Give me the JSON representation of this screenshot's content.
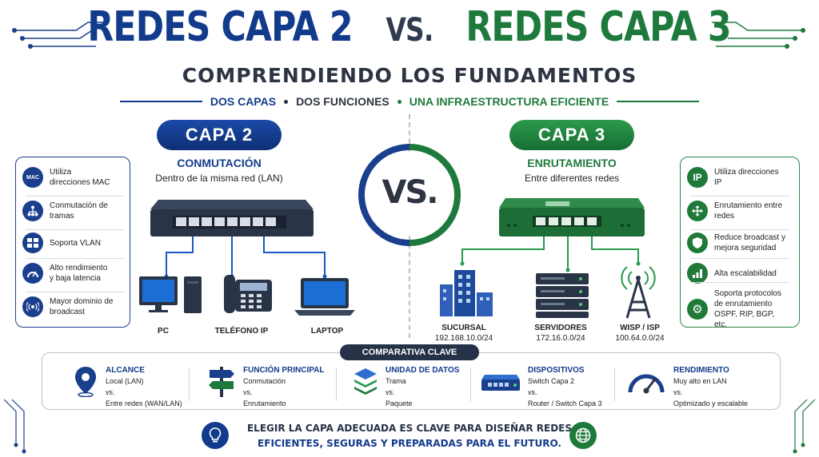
{
  "header": {
    "title_left": "REDES CAPA 2",
    "title_vs": "VS.",
    "title_right": "REDES CAPA 3",
    "subtitle": "COMPRENDIENDO LOS FUNDAMENTOS",
    "tag_1": "DOS CAPAS",
    "tag_2": "DOS FUNCIONES",
    "tag_3": "UNA INFRAESTRUCTURA EFICIENTE"
  },
  "center": {
    "vs": "VS."
  },
  "layer2": {
    "pill": "CAPA 2",
    "title": "CONMUTACIÓN",
    "subtitle": "Dentro de la misma red (LAN)",
    "features": [
      {
        "icon": "mac-icon",
        "icon_text": "MAC",
        "text": "Utiliza direcciones MAC"
      },
      {
        "icon": "switching-tree-icon",
        "text": "Conmutación de tramas"
      },
      {
        "icon": "vlan-icon",
        "text": "Soporta VLAN"
      },
      {
        "icon": "speedometer-icon",
        "text": "Alto rendimiento y baja latencia"
      },
      {
        "icon": "broadcast-icon",
        "text": "Mayor dominio de broadcast"
      }
    ],
    "devices": [
      {
        "label": "PC"
      },
      {
        "label": "TELÉFONO IP"
      },
      {
        "label": "LAPTOP"
      }
    ]
  },
  "layer3": {
    "pill": "CAPA 3",
    "title": "ENRUTAMIENTO",
    "subtitle": "Entre diferentes redes",
    "features": [
      {
        "icon": "ip-icon",
        "icon_text": "IP",
        "text": "Utiliza direcciones IP"
      },
      {
        "icon": "routing-arrows-icon",
        "text": "Enrutamiento entre redes"
      },
      {
        "icon": "shield-icon",
        "text": "Reduce broadcast y mejora seguridad"
      },
      {
        "icon": "growth-chart-icon",
        "text": "Alta escalabilidad"
      },
      {
        "icon": "gear-icon",
        "text": "Soporta protocolos de enrutamiento OSPF, RIP, BGP, etc."
      }
    ],
    "devices": [
      {
        "label": "SUCURSAL",
        "sub": "192.168.10.0/24"
      },
      {
        "label": "SERVIDORES",
        "sub": "172.16.0.0/24"
      },
      {
        "label": "WISP / ISP",
        "sub": "100.64.0.0/24"
      }
    ]
  },
  "comparison": {
    "tag": "COMPARATIVA CLAVE",
    "columns": [
      {
        "icon": "location-pin-icon",
        "title": "ALCANCE",
        "l1": "Local (LAN)",
        "l2": "vs.",
        "l3": "Entre redes (WAN/LAN)"
      },
      {
        "icon": "signpost-icon",
        "title": "FUNCIÓN PRINCIPAL",
        "l1": "Conmutación",
        "l2": "vs.",
        "l3": "Enrutamiento"
      },
      {
        "icon": "layers-icon",
        "title": "UNIDAD DE DATOS",
        "l1": "Trama",
        "l2": "vs.",
        "l3": "Paquete"
      },
      {
        "icon": "network-device-icon",
        "title": "DISPOSITIVOS",
        "l1": "Switch Capa 2",
        "l2": "vs.",
        "l3": "Router / Switch Capa 3"
      },
      {
        "icon": "gauge-icon",
        "title": "RENDIMIENTO",
        "l1": "Muy alto en LAN",
        "l2": "vs.",
        "l3": "Optimizado y escalable"
      }
    ]
  },
  "footer": {
    "line1": "ELEGIR LA CAPA ADECUADA ES CLAVE PARA DISEÑAR REDES",
    "line2": "EFICIENTES, SEGURAS Y PREPARADAS PARA EL FUTURO."
  },
  "colors": {
    "blue": "#123b8c",
    "green": "#1e7a3c",
    "dark": "#263247"
  }
}
